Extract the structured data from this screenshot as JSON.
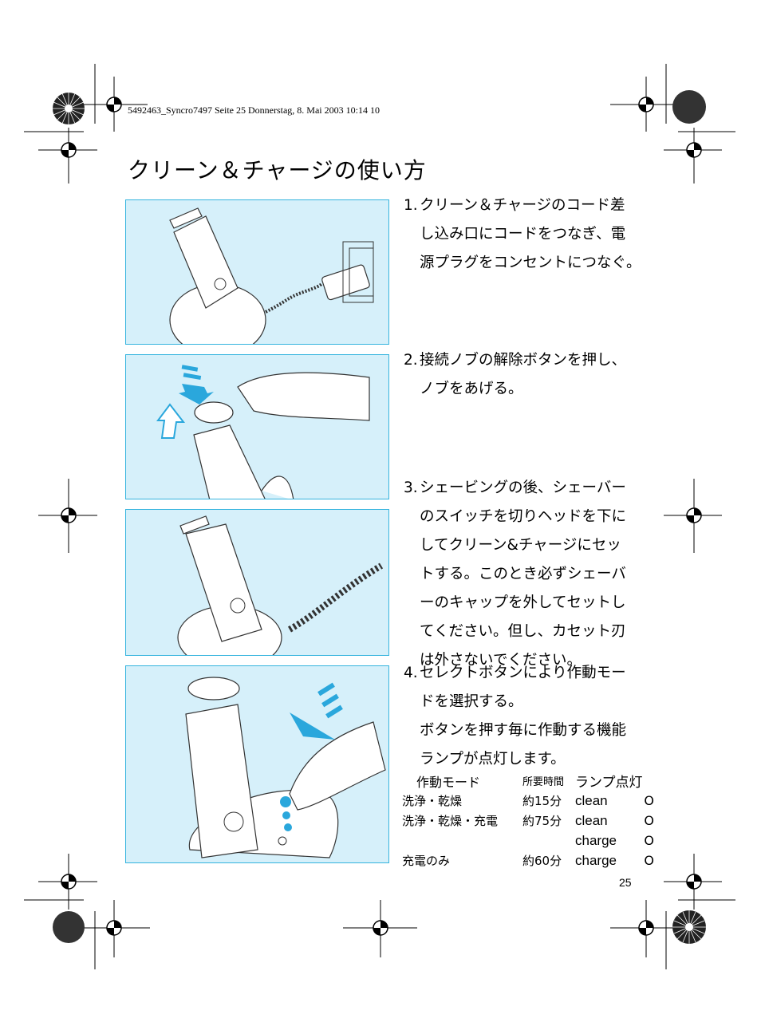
{
  "header": {
    "print_line": "5492463_Syncro7497  Seite 25  Donnerstag, 8. Mai 2003  10:14 10"
  },
  "page": {
    "title": "クリーン＆チャージの使い方",
    "number": "25"
  },
  "steps": [
    {
      "num": "1.",
      "lines": [
        "クリーン＆チャージのコード差",
        "し込み口にコードをつなぎ、電",
        "源プラグをコンセントにつなぐ。"
      ]
    },
    {
      "num": "2.",
      "lines": [
        "接続ノブの解除ボタンを押し、",
        "ノブをあげる。"
      ]
    },
    {
      "num": "3.",
      "lines": [
        "シェービングの後、シェーバー",
        "のスイッチを切りヘッドを下に",
        "してクリーン&チャージにセッ",
        "トする。このとき必ずシェーバ",
        "ーのキャップを外してセットし",
        "てください。但し、カセット刃",
        "は外さないでください。"
      ]
    },
    {
      "num": "4.",
      "lines": [
        "セレクトボタンにより作動モー",
        "ドを選択する。",
        "ボタンを押す毎に作動する機能",
        "ランプが点灯します。"
      ]
    }
  ],
  "mode_table": {
    "headers": [
      "作動モード",
      "所要時間",
      "ランプ点灯"
    ],
    "rows": [
      {
        "mode": "洗浄・乾燥",
        "time": "約15分",
        "lamp": "clean",
        "mark": "O"
      },
      {
        "mode": "洗浄・乾燥・充電",
        "time": "約75分",
        "lamp": "clean",
        "mark": "O"
      },
      {
        "mode": "",
        "time": "",
        "lamp": "charge",
        "mark": "O"
      },
      {
        "mode": "充電のみ",
        "time": "約60分",
        "lamp": "charge",
        "mark": "O"
      }
    ]
  },
  "colors": {
    "panel_bg": "#d6f0fa",
    "panel_border": "#35b4de",
    "arrow_blue": "#2aa7dc"
  }
}
